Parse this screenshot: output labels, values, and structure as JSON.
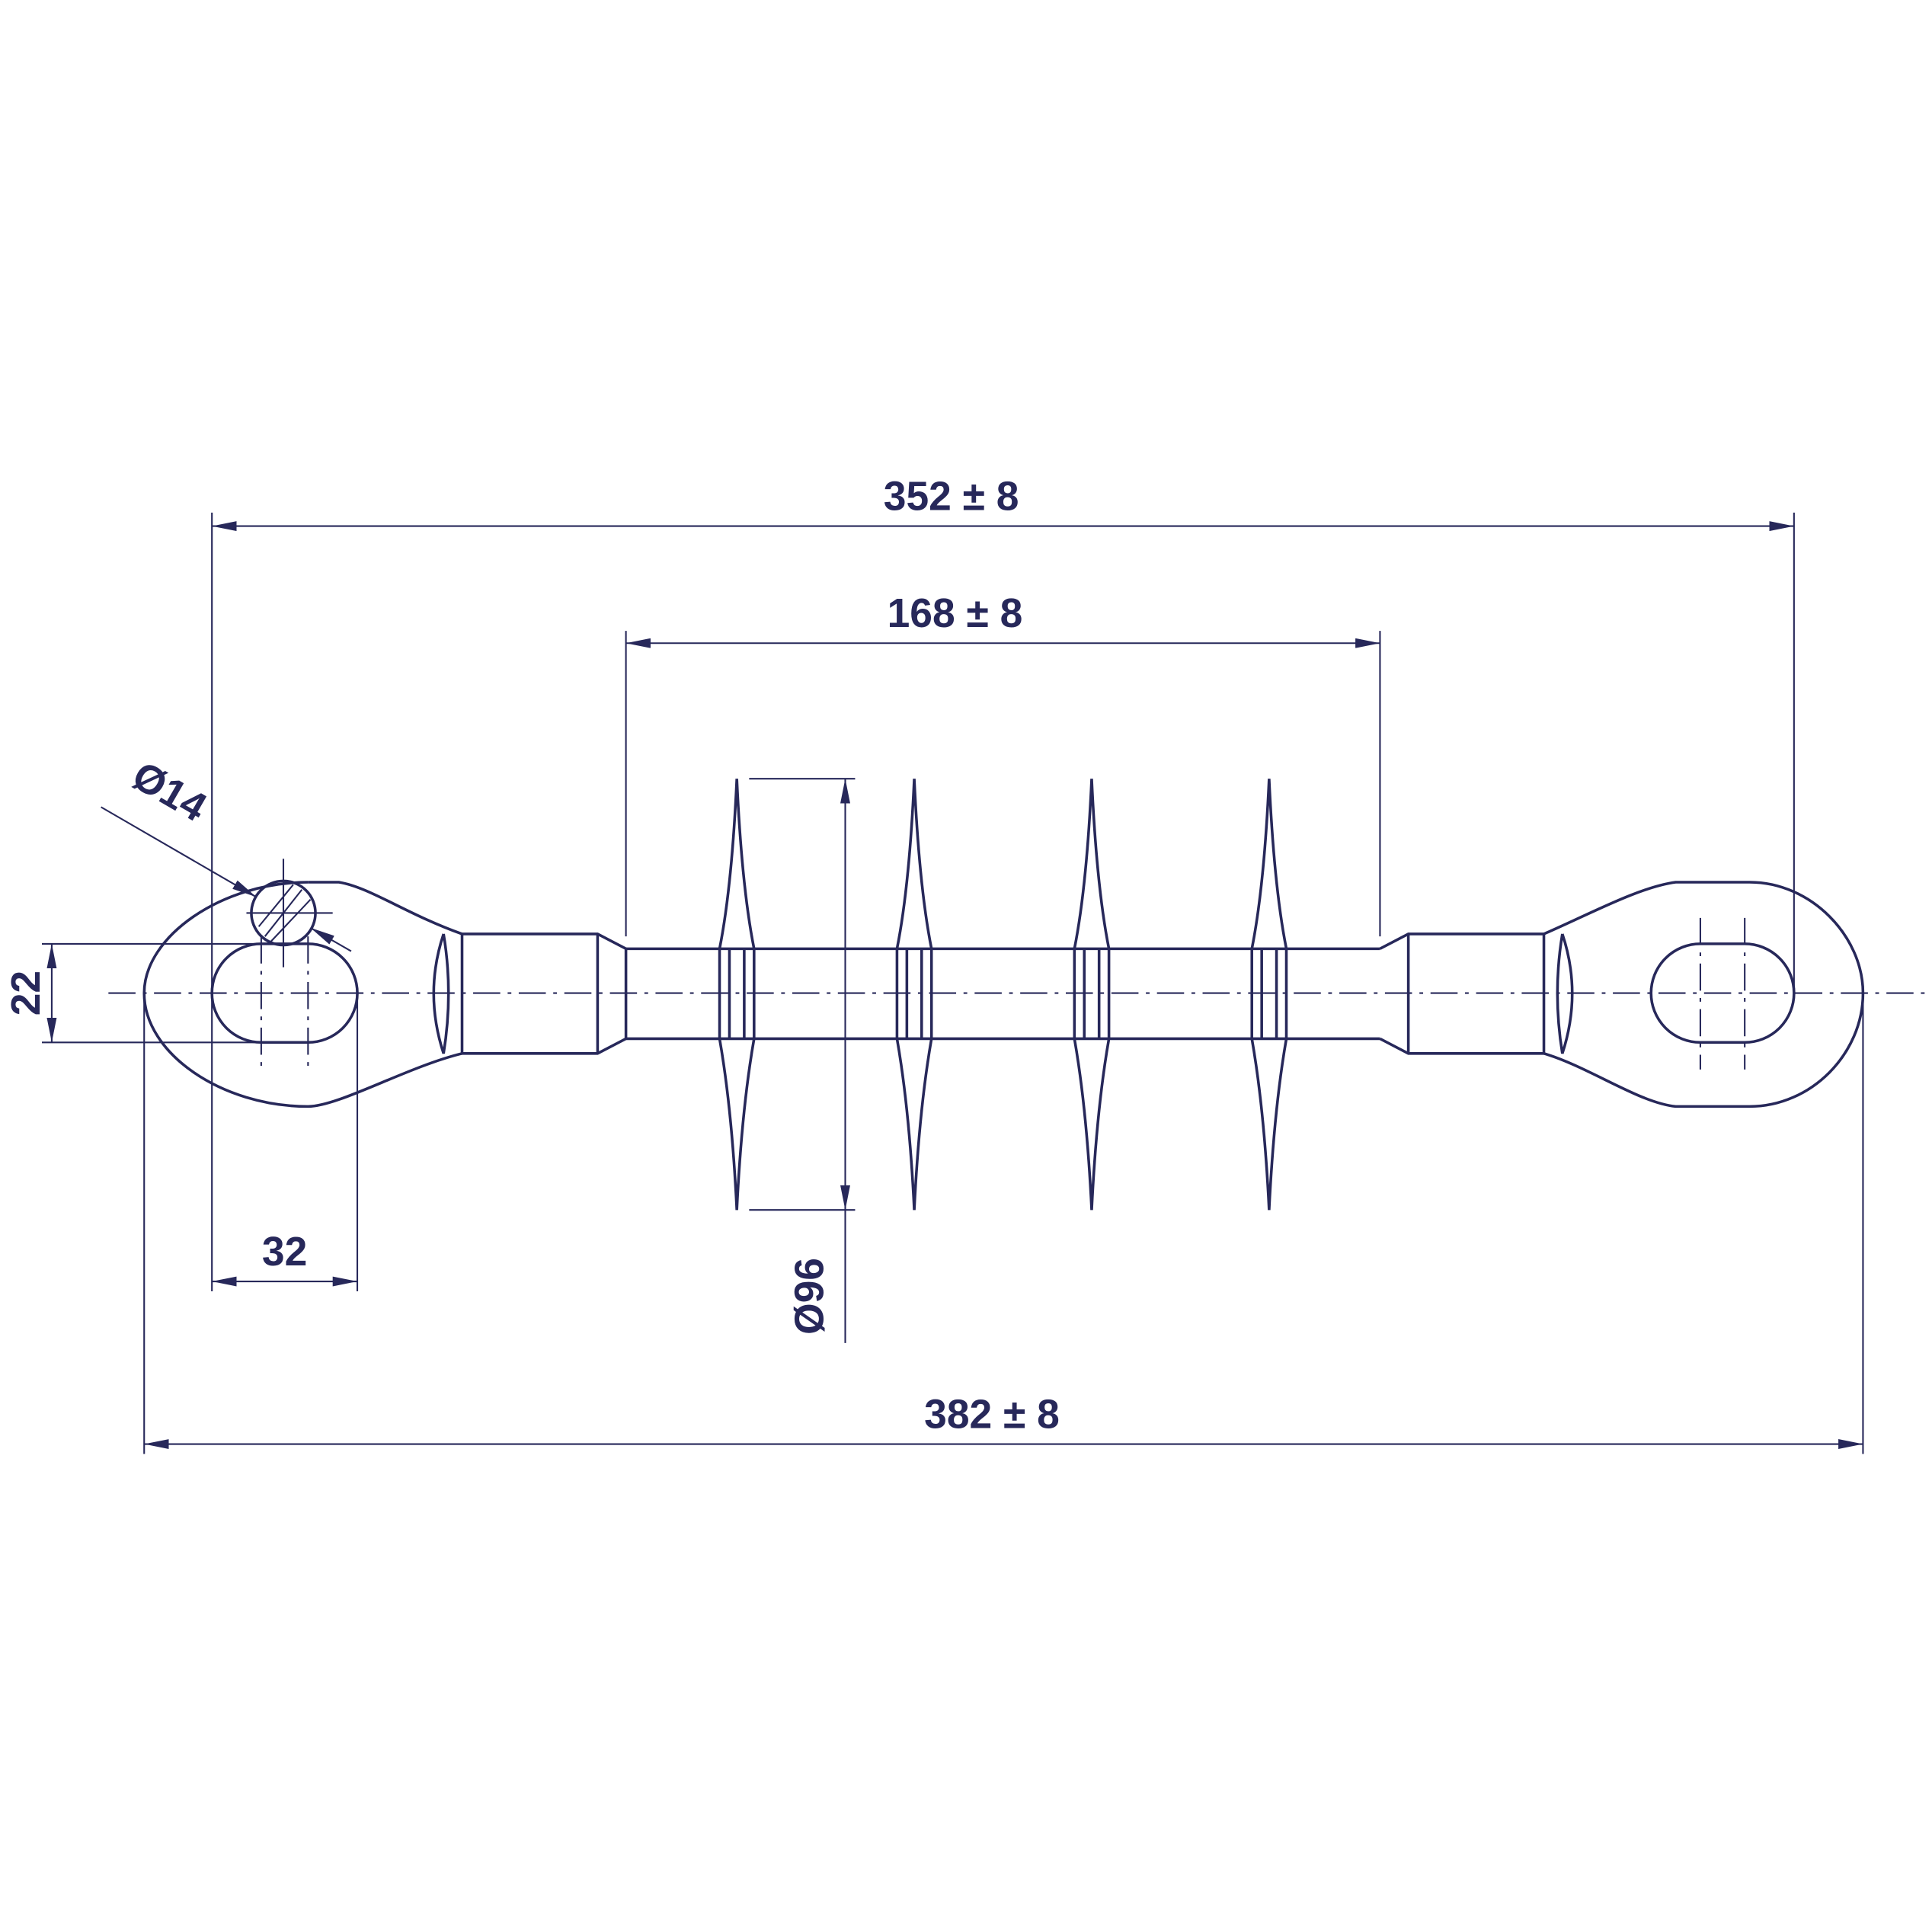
{
  "dimensions": {
    "overall_pin_to_pin": "352 ± 8",
    "insulating_length": "168 ± 8",
    "overall_length": "382 ± 8",
    "eye_slot_length": "32",
    "eye_slot_width": "22",
    "shed_diameter": "Ø96",
    "pin_diameter": "Ø14"
  },
  "colors": {
    "line": "#27285a"
  }
}
